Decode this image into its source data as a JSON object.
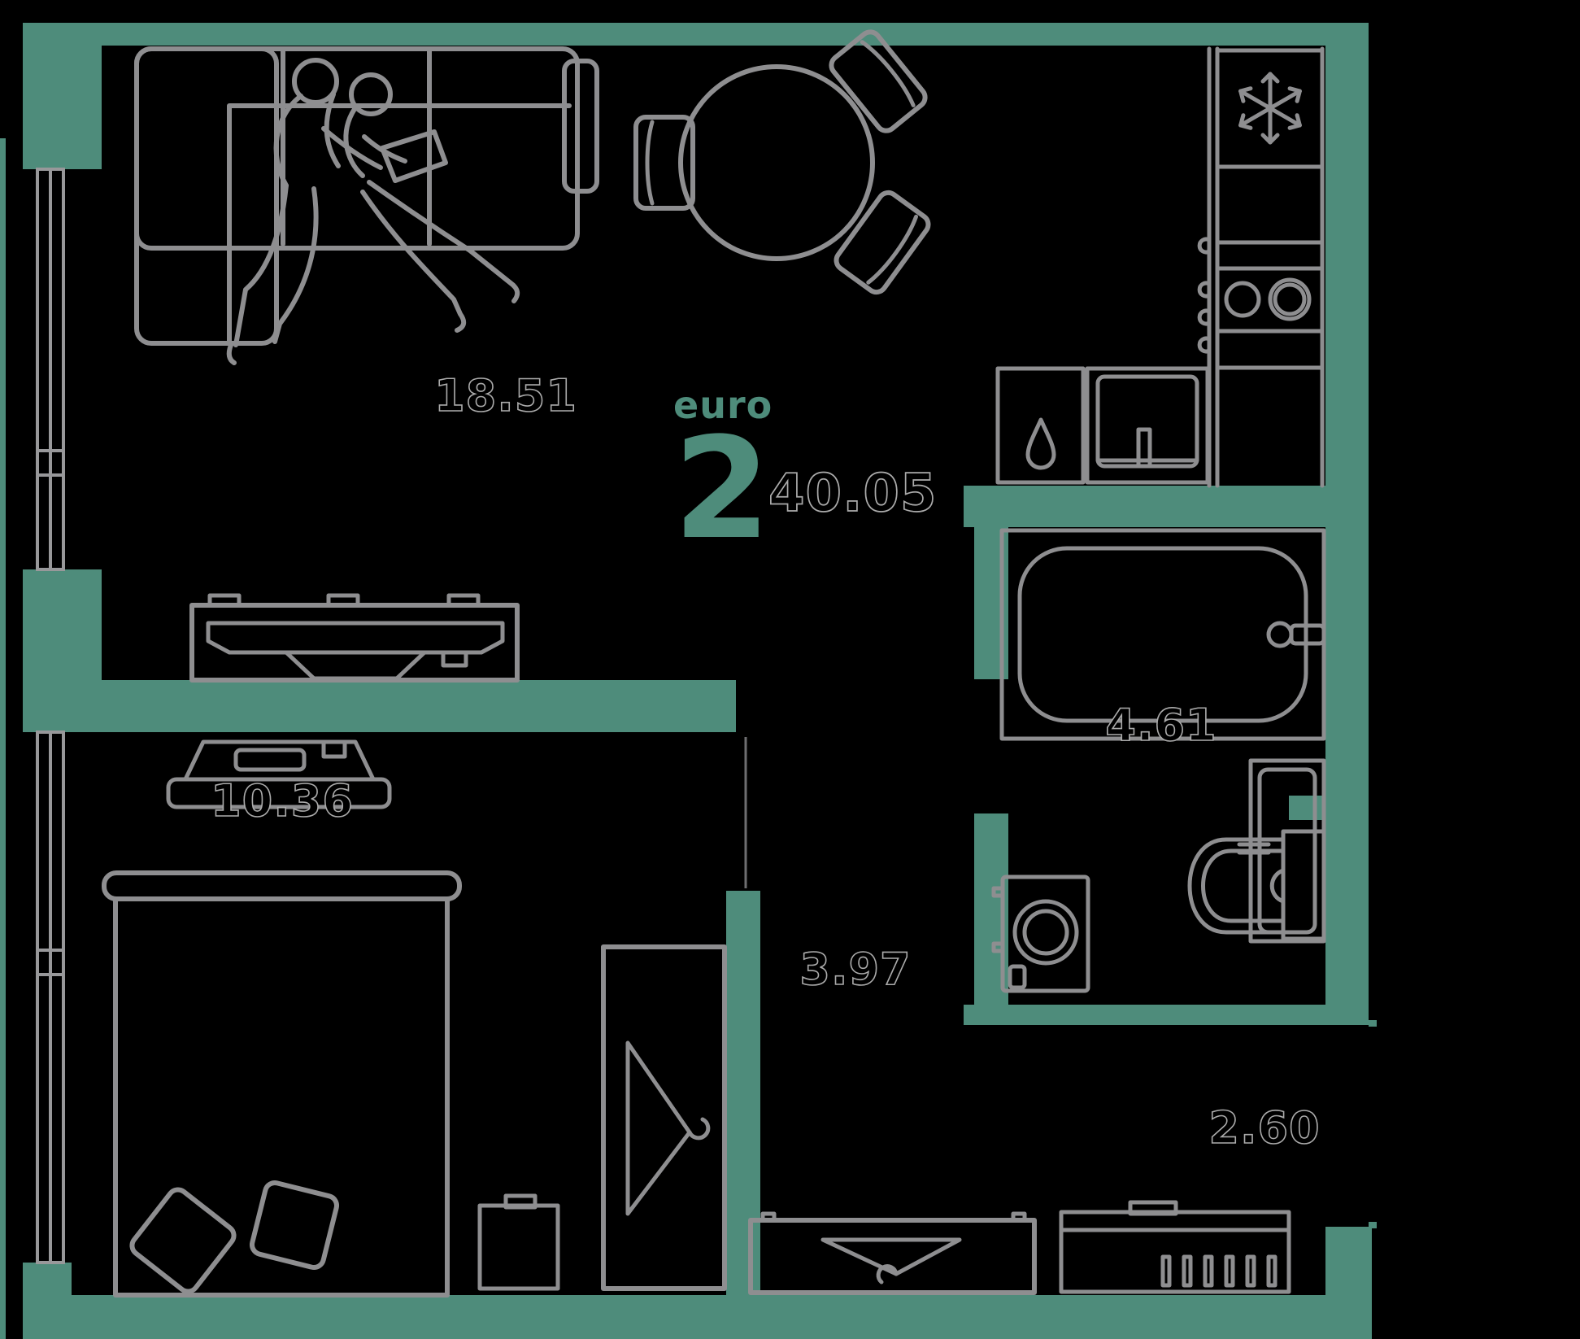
{
  "unit": {
    "type_label": "euro",
    "rooms_count": "2",
    "total_area": "40.05"
  },
  "rooms": [
    {
      "id": "living-room-kitchen",
      "area": "18.51"
    },
    {
      "id": "bedroom",
      "area": "10.36"
    },
    {
      "id": "bathroom",
      "area": "4.61"
    },
    {
      "id": "hallway",
      "area": "3.97"
    },
    {
      "id": "entry",
      "area": "2.60"
    }
  ],
  "colors": {
    "background": "#000000",
    "wall": "#4E8C7B",
    "furniture_line": "#8E8E90",
    "label_outline": "#ABABAB",
    "accent": "#4E8C7B"
  },
  "icons": [
    "corner-sofa-icon",
    "people-reading-icon",
    "dining-table-icon",
    "dining-chair-icon",
    "tv-console-icon",
    "freezer-snowflake-icon",
    "stove-burners-icon",
    "kitchen-sink-icon",
    "dishwasher-drop-icon",
    "bathtub-icon",
    "washbasin-icon",
    "toilet-icon",
    "washing-machine-icon",
    "bed-icon",
    "pillow-icon",
    "nightstand-icon",
    "wardrobe-hanger-icon",
    "shoe-bench-icon",
    "window-icon",
    "entrance-opening"
  ]
}
